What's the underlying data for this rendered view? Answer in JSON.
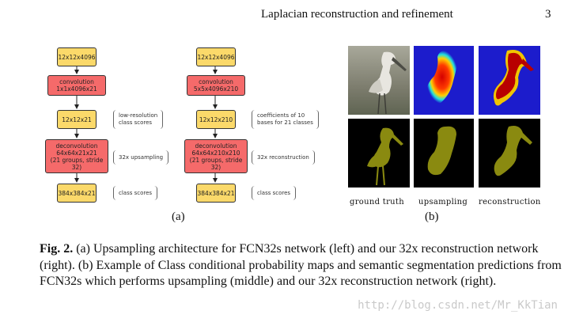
{
  "header": {
    "title": "Laplacian reconstruction and refinement",
    "page_number": "3"
  },
  "diagram_left": {
    "nodes": [
      "12x12x4096",
      "convolution\n1x1x4096x21",
      "12x12x21",
      "deconvolution\n64x64x21x21\n(21 groups, stride 32)",
      "384x384x21"
    ],
    "notes": [
      "low-resolution\nclass scores",
      "32x upsampling",
      "class scores"
    ]
  },
  "diagram_right": {
    "nodes": [
      "12x12x4096",
      "convolution\n5x5x4096x210",
      "12x12x210",
      "deconvolution\n64x64x210x210\n(21 groups, stride 32)",
      "384x384x21"
    ],
    "notes": [
      "coefficients of 10\nbases for 21 classes",
      "32x reconstruction",
      "class scores"
    ]
  },
  "panel_labels": {
    "a": "(a)",
    "b": "(b)"
  },
  "image_captions": [
    "ground truth",
    "upsampling",
    "reconstruction"
  ],
  "colors": {
    "node_yellow": "#fbd96a",
    "node_red": "#f56a6a",
    "heatmap_bg": "#1c1ccc",
    "mask_olive": "#8a8a10"
  },
  "caption": {
    "label": "Fig. 2.",
    "text": " (a) Upsampling architecture for FCN32s network (left) and our 32x reconstruction network (right). (b) Example of Class conditional probability maps and semantic segmentation predictions from FCN32s which performs upsampling (middle) and our 32x reconstruction network (right)."
  },
  "watermark": "http://blog.csdn.net/Mr_KkTian"
}
